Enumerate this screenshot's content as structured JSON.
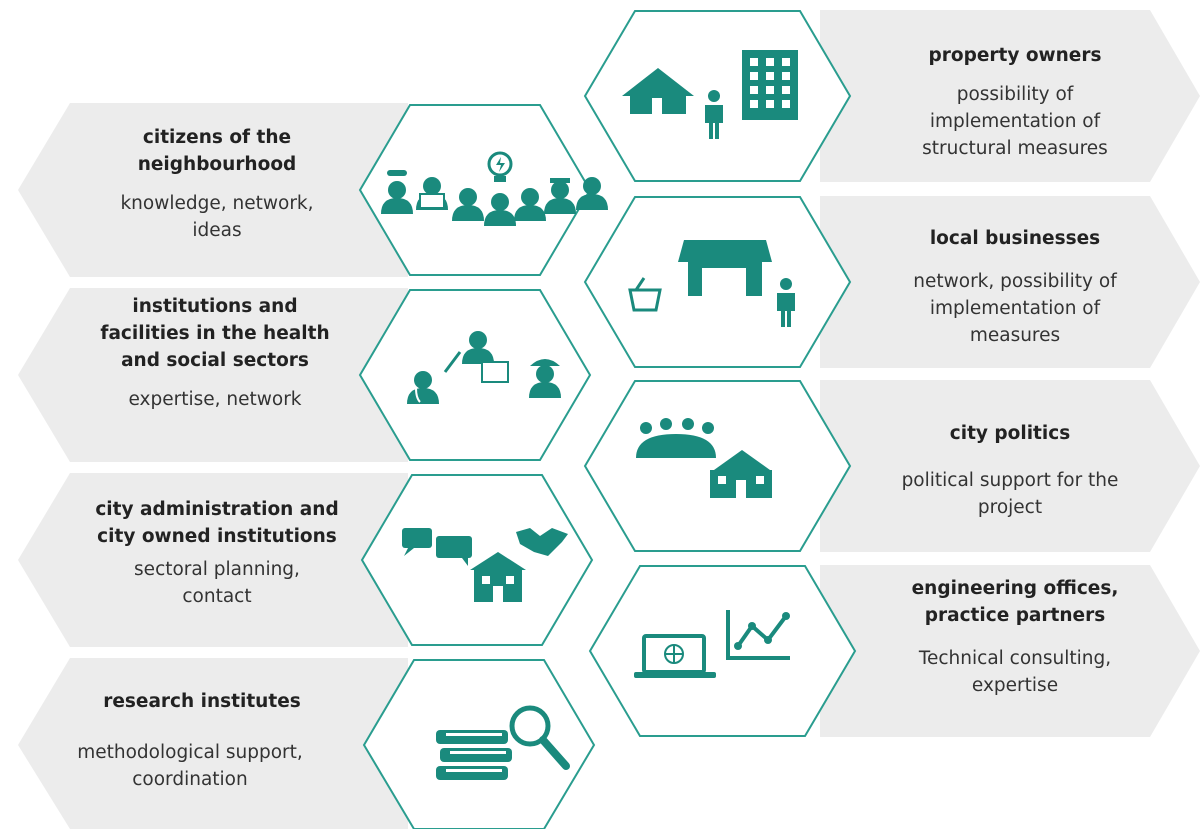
{
  "colors": {
    "teal": "#1a8a7d",
    "arrow_fill": "#ececec",
    "arrow_shade": "#e0e0e0",
    "hex_stroke": "#2a9d8f"
  },
  "left_items": [
    {
      "title": "citizens of the neighbourhood",
      "description": "knowledge, network, ideas",
      "icon": "people-group-icon"
    },
    {
      "title": "institutions and facilities in the health and social sectors",
      "description": "expertise, network",
      "icon": "doctor-teacher-worker-icon"
    },
    {
      "title": "city administration and city owned institutions",
      "description": "sectoral planning, contact",
      "icon": "chat-handshake-building-icon"
    },
    {
      "title": "research institutes",
      "description": "methodological support, coordination",
      "icon": "books-magnifier-icon"
    }
  ],
  "right_items": [
    {
      "title": "property owners",
      "description": "possibility of implementation of structural measures",
      "icon": "house-person-building-icon"
    },
    {
      "title": "local businesses",
      "description": "network, possibility of implementation of measures",
      "icon": "shop-basket-person-icon"
    },
    {
      "title": "city politics",
      "description": "political support for the project",
      "icon": "meeting-cityhall-icon"
    },
    {
      "title": "engineering offices, practice partners",
      "description": "Technical consulting, expertise",
      "icon": "laptop-chart-icon"
    }
  ]
}
